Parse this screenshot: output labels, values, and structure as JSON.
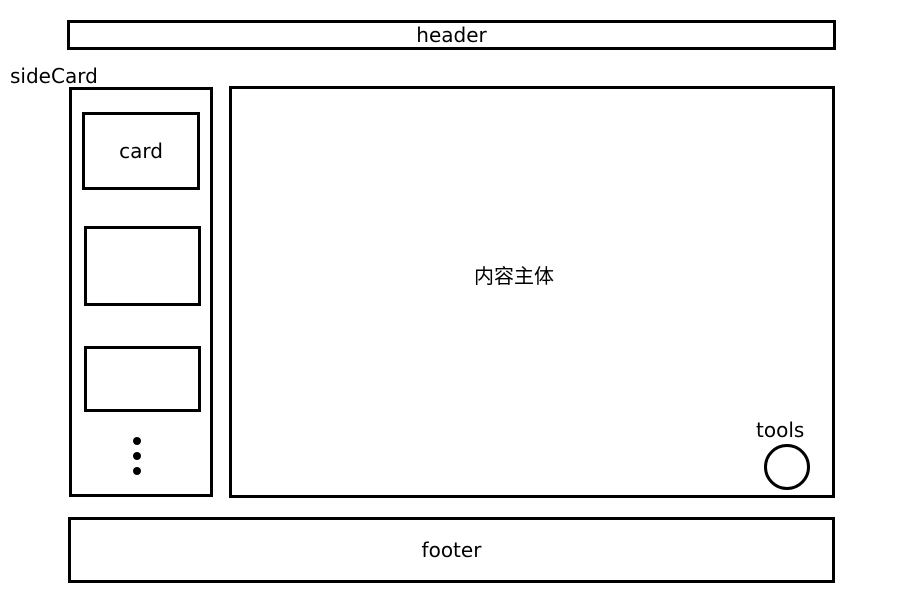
{
  "header": {
    "label": "header"
  },
  "sidebar": {
    "title": "sideCard",
    "cards": [
      {
        "label": "card"
      },
      {
        "label": ""
      },
      {
        "label": ""
      }
    ]
  },
  "main": {
    "label": "内容主体"
  },
  "tools": {
    "label": "tools"
  },
  "footer": {
    "label": "footer"
  }
}
